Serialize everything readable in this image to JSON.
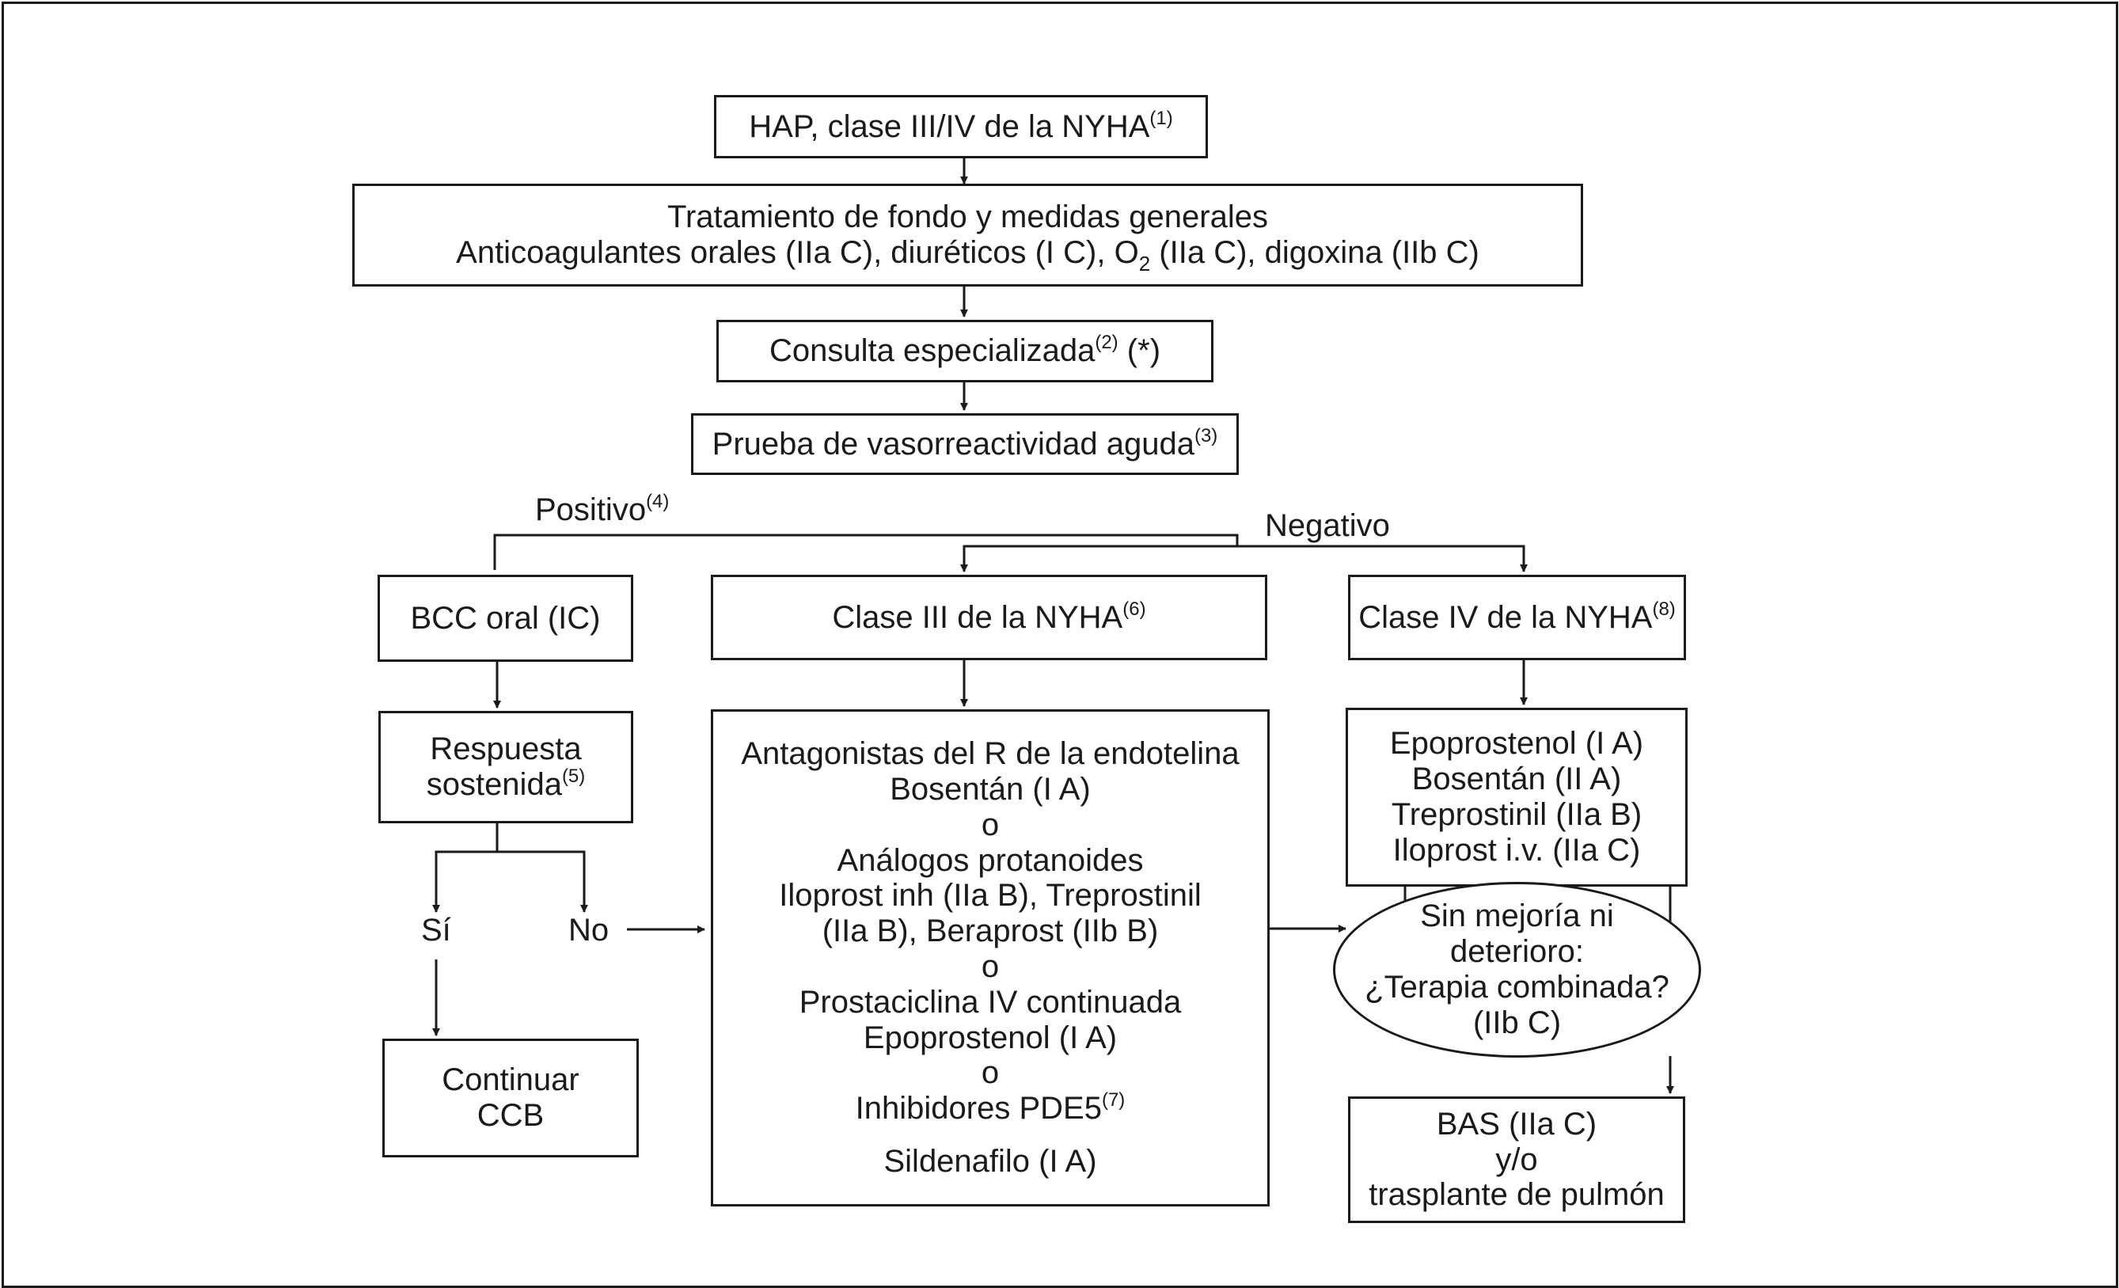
{
  "boxes": {
    "hap": {
      "text": "HAP, clase III/IV de la NYHA",
      "sup": "(1)"
    },
    "tratamiento": {
      "line1": "Tratamiento de fondo y medidas generales",
      "line2a": "Anticoagulantes orales (IIa C), diuréticos (I C), O",
      "line2sub": "2",
      "line2b": " (IIa C), digoxina (IIb C)"
    },
    "consulta": {
      "text": "Consulta especializada",
      "sup": "(2)",
      "suffix": " (*)"
    },
    "prueba": {
      "text": "Prueba de vasorreactividad aguda",
      "sup": "(3)"
    },
    "bcc": {
      "text": "BCC oral (IC)"
    },
    "clase3": {
      "text": "Clase III de la NYHA",
      "sup": "(6)"
    },
    "clase4": {
      "text": "Clase IV de la NYHA",
      "sup": "(8)"
    },
    "respuesta": {
      "line1": "Respuesta",
      "line2": "sostenida",
      "sup": "(5)"
    },
    "tratamientos3": {
      "l1": "Antagonistas del R de la endotelina",
      "l2": "Bosentán (I A)",
      "l3": "o",
      "l4": "Análogos protanoides",
      "l5": "Iloprost inh (IIa B), Treprostinil",
      "l6": "(IIa B), Beraprost (IIb B)",
      "l7": "o",
      "l8": "Prostaciclina IV continuada",
      "l9": "Epoprostenol (I A)",
      "l10": "o",
      "l11": "Inhibidores PDE5",
      "l11sup": "(7)",
      "l12": "Sildenafilo (I A)"
    },
    "tratamientos4": {
      "l1": "Epoprostenol (I A)",
      "l2": "Bosentán (II A)",
      "l3": "Treprostinil (IIa B)",
      "l4": "Iloprost i.v. (IIa C)"
    },
    "continuar": {
      "line1": "Continuar",
      "line2": "CCB"
    },
    "sinmejoria": {
      "l1": "Sin mejoría ni",
      "l2": "deterioro:",
      "l3": "¿Terapia combinada?",
      "l4": "(IIb C)"
    },
    "bas": {
      "l1": "BAS (IIa C)",
      "l2": "y/o",
      "l3": "trasplante de pulmón"
    }
  },
  "labels": {
    "positivo": "Positivo",
    "positivo_sup": "(4)",
    "negativo": "Negativo",
    "si": "Sí",
    "no": "No"
  }
}
